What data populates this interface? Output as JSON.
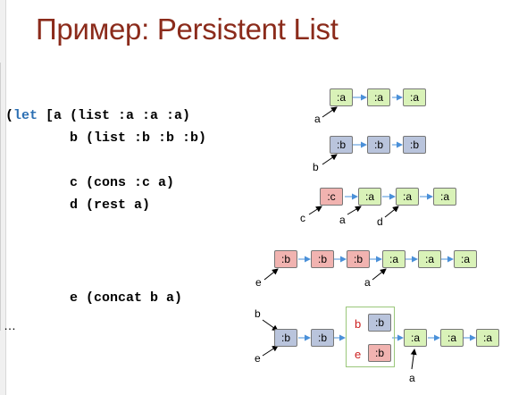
{
  "title": {
    "prefix": "Пример: ",
    "main": "Persistent List"
  },
  "code": {
    "line1_kw": "let",
    "line1_rest": " [a (list :a :a :a)",
    "line2": "b (list :b :b :b)",
    "line3": "c (cons :c a)",
    "line4": "d (rest a)",
    "line5": "e (concat b a)",
    "ellipsis": "…"
  },
  "diagram": {
    "list_a": {
      "nodes": [
        ":a",
        ":a",
        ":a"
      ],
      "pointer": "a"
    },
    "list_b": {
      "nodes": [
        ":b",
        ":b",
        ":b"
      ],
      "pointer": "b"
    },
    "list_c": {
      "nodes": [
        ":c",
        ":a",
        ":a",
        ":a"
      ],
      "pointers": [
        "c",
        "a",
        "d"
      ]
    },
    "list_e1": {
      "nodes": [
        ":b",
        ":b",
        ":b",
        ":a",
        ":a",
        ":a"
      ],
      "pointers": [
        "e",
        "a"
      ]
    },
    "list_e2": {
      "nodes": [
        ":b",
        ":b",
        ":a",
        ":a",
        ":a"
      ],
      "group": [
        {
          "label": "b",
          "node": ":b"
        },
        {
          "label": "e",
          "node": ":b"
        }
      ],
      "pointers": [
        "b",
        "e",
        "a"
      ]
    }
  },
  "colors": {
    "title": "#8b2b1b",
    "keyword": "#2b6fb3",
    "node_a": "#d9f2b8",
    "node_b": "#b9c4dc",
    "node_c": "#f1b3b0",
    "arrow": "#4a90d9",
    "label_red": "#cc1f1f"
  }
}
